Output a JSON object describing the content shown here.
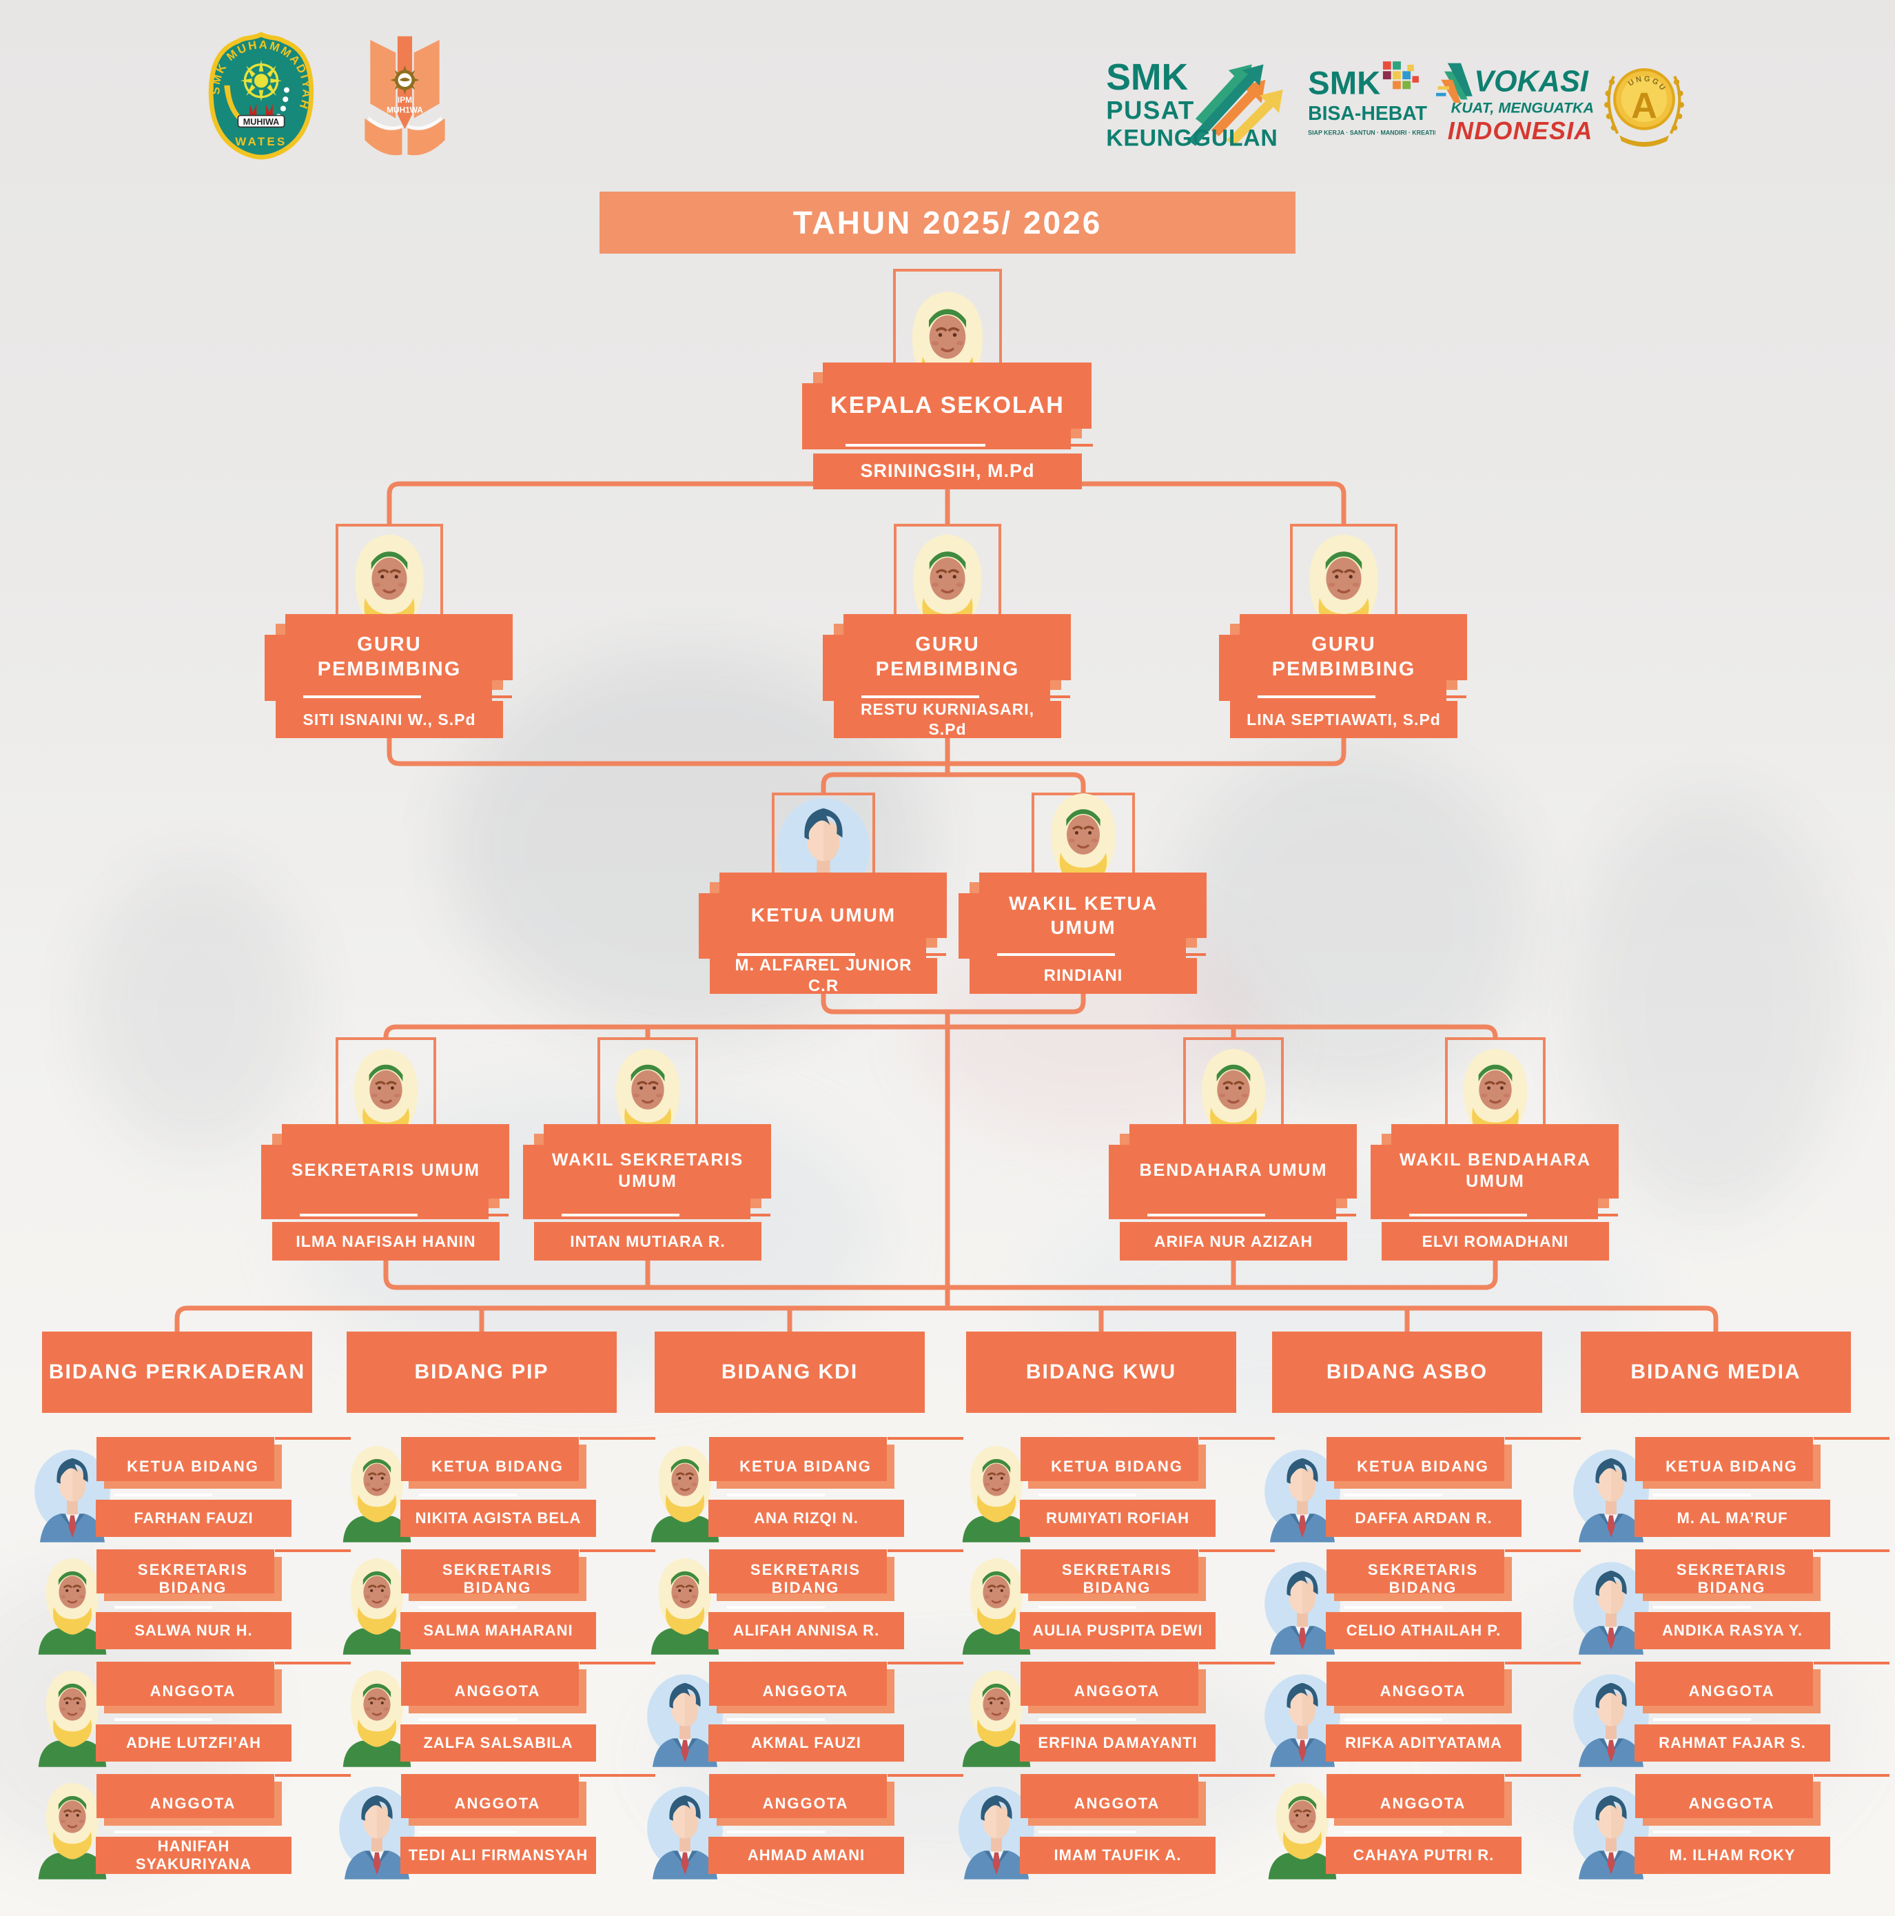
{
  "title_banner": "TAHUN 2025/ 2026",
  "logos": {
    "school_badge": {
      "arc_text": "SMK MUHAMMADIYAH 1",
      "banner": "MUHIWA",
      "bottom": "WATES"
    },
    "ipm": {
      "line1": "IPM",
      "line2": "MUH1WA"
    },
    "pusat_keunggulan": {
      "line1": "SMK",
      "line2": "PUSAT",
      "line3": "KEUNGGULAN"
    },
    "bisa_hebat": {
      "line1": "SMK",
      "line2": "BISA-HEBAT",
      "tagline": "SIAP KERJA · SANTUN · MANDIRI · KREATIF"
    },
    "vokasi": {
      "line1": "VOKASI",
      "line2": "KUAT, MENGUATKAN",
      "line3": "INDONESIA"
    },
    "akreditasi": {
      "grade": "A",
      "ribbon": "UNGGUL"
    }
  },
  "org": {
    "kepala": {
      "role": "KEPALA SEKOLAH",
      "name": "SRININGSIH, M.Pd",
      "avatar": "hijab"
    },
    "pembimbing": [
      {
        "role": "GURU PEMBIMBING",
        "name": "SITI ISNAINI W., S.Pd",
        "avatar": "hijab"
      },
      {
        "role": "GURU PEMBIMBING",
        "name": "RESTU KURNIASARI, S.Pd",
        "avatar": "hijab"
      },
      {
        "role": "GURU PEMBIMBING",
        "name": "LINA SEPTIAWATI, S.Pd",
        "avatar": "hijab"
      }
    ],
    "leaders": [
      {
        "role": "KETUA UMUM",
        "name": "M. ALFAREL JUNIOR C.R",
        "avatar": "male"
      },
      {
        "role": "WAKIL KETUA UMUM",
        "name": "RINDIANI",
        "avatar": "hijab"
      }
    ],
    "officers": [
      {
        "role": "SEKRETARIS UMUM",
        "name": "ILMA NAFISAH HANIN",
        "avatar": "hijab"
      },
      {
        "role": "WAKIL SEKRETARIS UMUM",
        "name": "INTAN MUTIARA R.",
        "avatar": "hijab"
      },
      {
        "role": "BENDAHARA UMUM",
        "name": "ARIFA NUR AZIZAH",
        "avatar": "hijab"
      },
      {
        "role": "WAKIL BENDAHARA UMUM",
        "name": "ELVI ROMADHANI",
        "avatar": "hijab"
      }
    ],
    "divisions": [
      {
        "title": "BIDANG PERKADERAN",
        "members": [
          {
            "role": "KETUA BIDANG",
            "name": "FARHAN FAUZI",
            "avatar": "male"
          },
          {
            "role": "SEKRETARIS BIDANG",
            "name": "SALWA NUR H.",
            "avatar": "hijab"
          },
          {
            "role": "ANGGOTA",
            "name": "ADHE LUTZFI’AH",
            "avatar": "hijab"
          },
          {
            "role": "ANGGOTA",
            "name": "HANIFAH SYAKURIYANA",
            "avatar": "hijab"
          }
        ]
      },
      {
        "title": "BIDANG PIP",
        "members": [
          {
            "role": "KETUA BIDANG",
            "name": "NIKITA AGISTA BELA",
            "avatar": "hijab"
          },
          {
            "role": "SEKRETARIS BIDANG",
            "name": "SALMA MAHARANI",
            "avatar": "hijab"
          },
          {
            "role": "ANGGOTA",
            "name": "ZALFA SALSABILA",
            "avatar": "hijab"
          },
          {
            "role": "ANGGOTA",
            "name": "TEDI ALI FIRMANSYAH",
            "avatar": "male"
          }
        ]
      },
      {
        "title": "BIDANG KDI",
        "members": [
          {
            "role": "KETUA BIDANG",
            "name": "ANA RIZQI N.",
            "avatar": "hijab"
          },
          {
            "role": "SEKRETARIS BIDANG",
            "name": "ALIFAH ANNISA R.",
            "avatar": "hijab"
          },
          {
            "role": "ANGGOTA",
            "name": "AKMAL FAUZI",
            "avatar": "male"
          },
          {
            "role": "ANGGOTA",
            "name": "AHMAD AMANI",
            "avatar": "male"
          }
        ]
      },
      {
        "title": "BIDANG KWU",
        "members": [
          {
            "role": "KETUA BIDANG",
            "name": "RUMIYATI ROFIAH",
            "avatar": "hijab"
          },
          {
            "role": "SEKRETARIS BIDANG",
            "name": "AULIA PUSPITA DEWI",
            "avatar": "hijab"
          },
          {
            "role": "ANGGOTA",
            "name": "ERFINA DAMAYANTI",
            "avatar": "hijab"
          },
          {
            "role": "ANGGOTA",
            "name": "IMAM TAUFIK A.",
            "avatar": "male"
          }
        ]
      },
      {
        "title": "BIDANG ASBO",
        "members": [
          {
            "role": "KETUA BIDANG",
            "name": "DAFFA ARDAN R.",
            "avatar": "male"
          },
          {
            "role": "SEKRETARIS BIDANG",
            "name": "CELIO ATHAILAH P.",
            "avatar": "male"
          },
          {
            "role": "ANGGOTA",
            "name": "RIFKA ADITYATAMA",
            "avatar": "male"
          },
          {
            "role": "ANGGOTA",
            "name": "CAHAYA PUTRI R.",
            "avatar": "hijab"
          }
        ]
      },
      {
        "title": "BIDANG MEDIA",
        "members": [
          {
            "role": "KETUA BIDANG",
            "name": "M. AL MA’RUF",
            "avatar": "male"
          },
          {
            "role": "SEKRETARIS BIDANG",
            "name": "ANDIKA RASYA Y.",
            "avatar": "male"
          },
          {
            "role": "ANGGOTA",
            "name": "RAHMAT FAJAR S.",
            "avatar": "male"
          },
          {
            "role": "ANGGOTA",
            "name": "M. ILHAM ROKY",
            "avatar": "male"
          }
        ]
      }
    ]
  },
  "colors": {
    "orange_light": "#F29268",
    "orange_dark": "#F0754E",
    "line": "#F0845E",
    "teal": "#0E7F70",
    "red": "#D63830",
    "gold": "#F2C23E"
  }
}
